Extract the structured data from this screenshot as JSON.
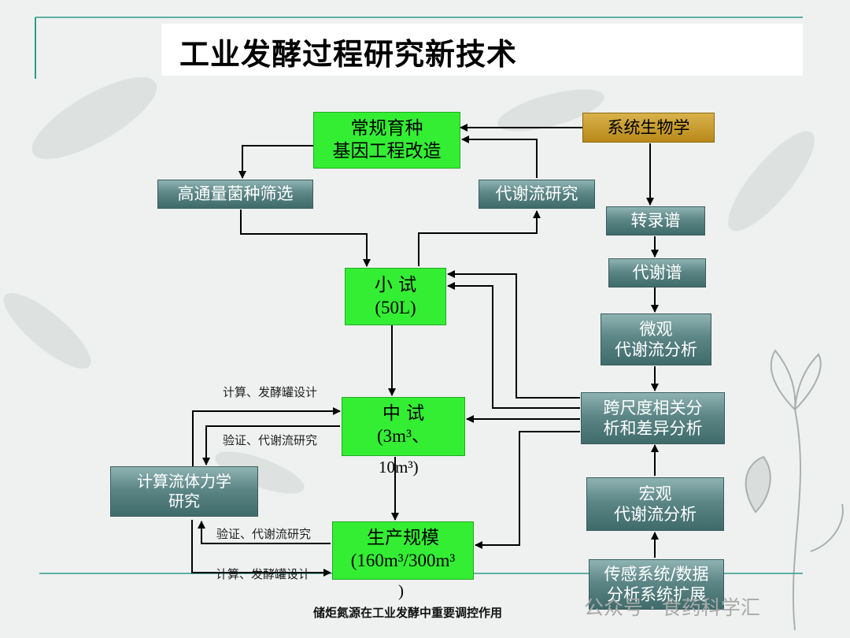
{
  "slide": {
    "title": "工业发酵过程研究新技术",
    "caption": "储炬氮源在工业发酵中重要调控作用",
    "watermark": "公众号 · 食药科学汇"
  },
  "nodes": {
    "breeding": {
      "line1": "常规育种",
      "line2": "基因工程改造"
    },
    "systems_biology": "系统生物学",
    "hts": "高通量菌种筛选",
    "metabolic_flux": "代谢流研究",
    "transcriptome": "转录谱",
    "metabolome": "代谢谱",
    "small_scale": {
      "line1": "小  试",
      "line2": "(50L)"
    },
    "micro_flux": {
      "line1": "微观",
      "line2": "代谢流分析"
    },
    "cross_scale": {
      "line1": "跨尺度相关分",
      "line2": "析和差异分析"
    },
    "pilot": {
      "line1": "中    试",
      "line2": "(3m³、",
      "line3": "10m³)"
    },
    "cfd": {
      "line1": "计算流体力学",
      "line2": "研究"
    },
    "macro_flux": {
      "line1": "宏观",
      "line2": "代谢流分析"
    },
    "production": {
      "line1": "生产规模",
      "line2": "(160m³/300m³",
      "line3": ")"
    },
    "sensor": {
      "line1": "传感系统/数据",
      "line2": "分析系统扩展"
    }
  },
  "labels": {
    "calc_design_1": "计算、发酵罐设计",
    "verify_1": "验证、代谢流研究",
    "verify_2": "验证、代谢流研究",
    "calc_design_2": "计算、发酵罐设计"
  },
  "colors": {
    "green_box": "#33ee33",
    "teal_box": "#4f7c7c",
    "gold_box": "#c89e2c",
    "rule_line": "#2f9a8a"
  }
}
